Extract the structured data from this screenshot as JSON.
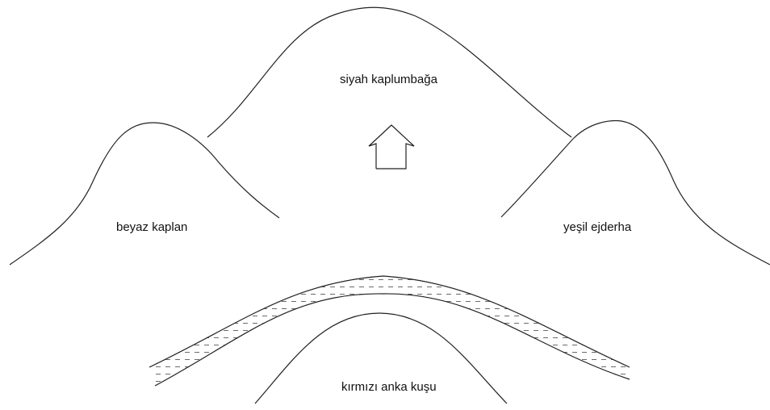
{
  "labels": {
    "north": "siyah kaplumbağa",
    "west": "beyaz kaplan",
    "east": "yeşil ejderha",
    "south": "kırmızı anka kuşu"
  },
  "colors": {
    "line": "#222222",
    "background": "#ffffff",
    "text": "#111111"
  },
  "icons": {
    "house": "house-icon"
  }
}
